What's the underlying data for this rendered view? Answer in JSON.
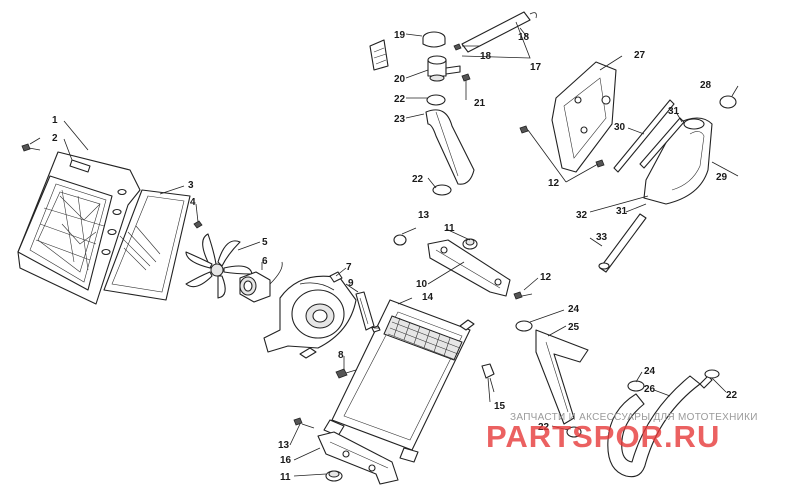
{
  "labels": [
    "1",
    "2",
    "3",
    "4",
    "5",
    "6",
    "7",
    "8",
    "9",
    "10",
    "11",
    "12",
    "13",
    "14",
    "15",
    "16",
    "17",
    "18",
    "19",
    "20",
    "21",
    "22",
    "23",
    "24",
    "25",
    "26",
    "27",
    "28",
    "29",
    "30",
    "31",
    "32",
    "33"
  ],
  "watermark": {
    "tagline": "ЗАПЧАСТИ И АКСЕССУАРЫ ДЛЯ МОТОТЕХНИКИ",
    "brand": "PARTSPOR.RU",
    "color": "#e63a3a"
  },
  "colors": {
    "line": "#222222",
    "label": "#1a1a1a",
    "background": "#ffffff"
  }
}
